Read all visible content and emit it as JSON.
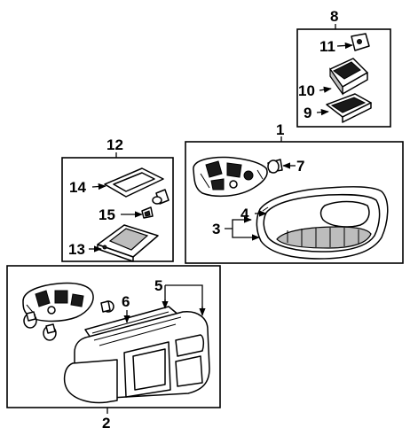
{
  "callouts": {
    "c1": "1",
    "c2": "2",
    "c3": "3",
    "c4": "4",
    "c5": "5",
    "c6": "6",
    "c7": "7",
    "c8": "8",
    "c9": "9",
    "c10": "10",
    "c11": "11",
    "c12": "12",
    "c13": "13",
    "c14": "14",
    "c15": "15"
  },
  "colors": {
    "ink": "#000000",
    "paper": "#ffffff",
    "shade": "#bdbdbd"
  }
}
